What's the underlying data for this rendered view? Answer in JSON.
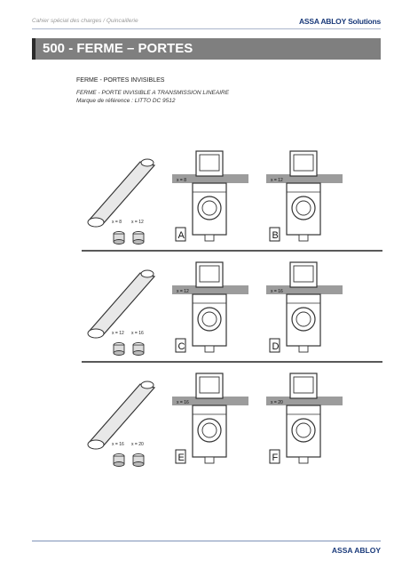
{
  "header": {
    "left_text": "Cahier spécial des charges / Quincaillerie",
    "brand": "ASSA ABLOY Solutions"
  },
  "title": "500 - FERME – PORTES",
  "section": {
    "heading": "FERME - PORTES INVISIBLES",
    "subtitle": "FERME - PORTE INVISIBLE A TRANSMISSION LINEAIRE",
    "reference": "Marque de référence : LITTO DC 9512"
  },
  "figure": {
    "rows": [
      {
        "arm_labels": [
          "x = 8",
          "x = 12"
        ],
        "panels": [
          {
            "letter": "A",
            "x_label": "x = 8"
          },
          {
            "letter": "B",
            "x_label": "x = 12"
          }
        ]
      },
      {
        "arm_labels": [
          "x = 12",
          "x = 16"
        ],
        "panels": [
          {
            "letter": "C",
            "x_label": "x = 12"
          },
          {
            "letter": "D",
            "x_label": "x = 16"
          }
        ]
      },
      {
        "arm_labels": [
          "x = 16",
          "x = 20"
        ],
        "panels": [
          {
            "letter": "E",
            "x_label": "x = 16"
          },
          {
            "letter": "F",
            "x_label": "x = 20"
          }
        ]
      }
    ]
  },
  "footer": {
    "brand": "ASSA ABLOY"
  }
}
